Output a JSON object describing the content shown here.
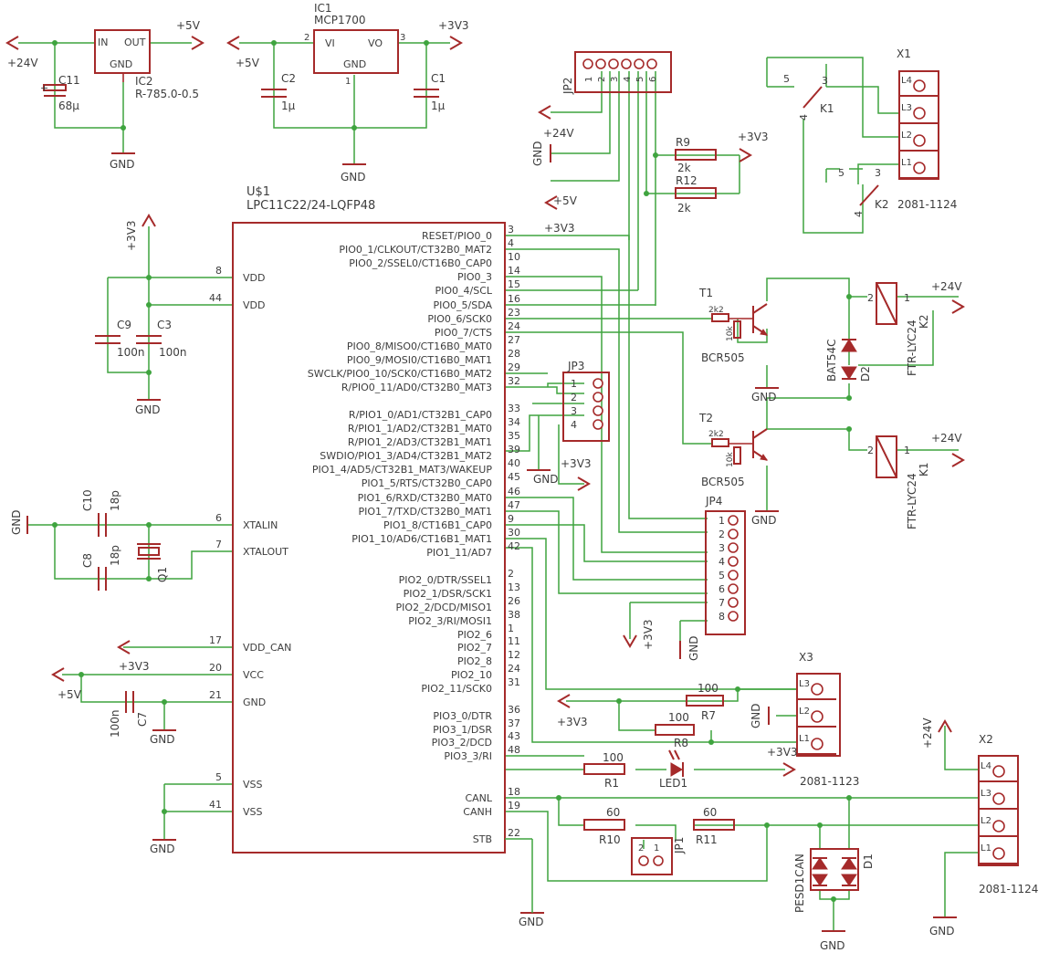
{
  "mcu": {
    "name": "U$1",
    "value": "LPC11C22/24-LQFP48",
    "left_pins": [
      {
        "num": "8",
        "name": "VDD"
      },
      {
        "num": "44",
        "name": "VDD"
      },
      {
        "num": "6",
        "name": "XTALIN"
      },
      {
        "num": "7",
        "name": "XTALOUT"
      },
      {
        "num": "17",
        "name": "VDD_CAN"
      },
      {
        "num": "20",
        "name": "VCC"
      },
      {
        "num": "21",
        "name": "GND"
      },
      {
        "num": "5",
        "name": "VSS"
      },
      {
        "num": "41",
        "name": "VSS"
      }
    ],
    "right_pins": [
      {
        "num": "3",
        "name": "RESET/PIO0_0"
      },
      {
        "num": "4",
        "name": "PIO0_1/CLKOUT/CT32B0_MAT2"
      },
      {
        "num": "10",
        "name": "PIO0_2/SSEL0/CT16B0_CAP0"
      },
      {
        "num": "14",
        "name": "PIO0_3"
      },
      {
        "num": "15",
        "name": "PIO0_4/SCL"
      },
      {
        "num": "16",
        "name": "PIO0_5/SDA"
      },
      {
        "num": "23",
        "name": "PIO0_6/SCK0"
      },
      {
        "num": "24",
        "name": "PIO0_7/CTS"
      },
      {
        "num": "27",
        "name": "PIO0_8/MISO0/CT16B0_MAT0"
      },
      {
        "num": "28",
        "name": "PIO0_9/MOSI0/CT16B0_MAT1"
      },
      {
        "num": "29",
        "name": "SWCLK/PIO0_10/SCK0/CT16B0_MAT2"
      },
      {
        "num": "32",
        "name": "R/PIO0_11/AD0/CT32B0_MAT3"
      },
      {
        "num": "33",
        "name": "R/PIO1_0/AD1/CT32B1_CAP0"
      },
      {
        "num": "34",
        "name": "R/PIO1_1/AD2/CT32B1_MAT0"
      },
      {
        "num": "35",
        "name": "R/PIO1_2/AD3/CT32B1_MAT1"
      },
      {
        "num": "39",
        "name": "SWDIO/PIO1_3/AD4/CT32B1_MAT2"
      },
      {
        "num": "40",
        "name": "PIO1_4/AD5/CT32B1_MAT3/WAKEUP"
      },
      {
        "num": "45",
        "name": "PIO1_5/RTS/CT32B0_CAP0"
      },
      {
        "num": "46",
        "name": "PIO1_6/RXD/CT32B0_MAT0"
      },
      {
        "num": "47",
        "name": "PIO1_7/TXD/CT32B0_MAT1"
      },
      {
        "num": "9",
        "name": "PIO1_8/CT16B1_CAP0"
      },
      {
        "num": "30",
        "name": "PIO1_10/AD6/CT16B1_MAT1"
      },
      {
        "num": "42",
        "name": "PIO1_11/AD7"
      },
      {
        "num": "2",
        "name": "PIO2_0/DTR/SSEL1"
      },
      {
        "num": "13",
        "name": "PIO2_1/DSR/SCK1"
      },
      {
        "num": "26",
        "name": "PIO2_2/DCD/MISO1"
      },
      {
        "num": "38",
        "name": "PIO2_3/RI/MOSI1"
      },
      {
        "num": "1",
        "name": "PIO2_6"
      },
      {
        "num": "11",
        "name": "PIO2_7"
      },
      {
        "num": "12",
        "name": "PIO2_8"
      },
      {
        "num": "24",
        "name": "PIO2_10"
      },
      {
        "num": "31",
        "name": "PIO2_11/SCK0"
      },
      {
        "num": "36",
        "name": "PIO3_0/DTR"
      },
      {
        "num": "37",
        "name": "PIO3_1/DSR"
      },
      {
        "num": "43",
        "name": "PIO3_2/DCD"
      },
      {
        "num": "48",
        "name": "PIO3_3/RI"
      },
      {
        "num": "18",
        "name": "CANL"
      },
      {
        "num": "19",
        "name": "CANH"
      },
      {
        "num": "22",
        "name": "STB"
      }
    ]
  },
  "regulators": {
    "ic2": {
      "name": "IC2",
      "value": "R-785.0-0.5",
      "in": "IN",
      "out": "OUT",
      "gnd": "GND"
    },
    "ic1": {
      "name": "IC1",
      "value": "MCP1700",
      "vi": "VI",
      "vo": "VO",
      "gnd": "GND",
      "pin_vi": "2",
      "pin_vo": "3",
      "pin_gnd": "1"
    }
  },
  "parts": {
    "c11": {
      "name": "C11",
      "value": "68µ"
    },
    "c2": {
      "name": "C2",
      "value": "1µ"
    },
    "c1": {
      "name": "C1",
      "value": "1µ"
    },
    "c9": {
      "name": "C9",
      "value": "100n"
    },
    "c3": {
      "name": "C3",
      "value": "100n"
    },
    "c10": {
      "name": "C10",
      "value": "18p"
    },
    "c8": {
      "name": "C8",
      "value": "18p"
    },
    "c7": {
      "name": "C7",
      "value": "100n"
    },
    "q1": {
      "name": "Q1"
    },
    "r9": {
      "name": "R9",
      "value": "2k"
    },
    "r12": {
      "name": "R12",
      "value": "2k"
    },
    "r7": {
      "name": "R7",
      "value": "100"
    },
    "r8": {
      "name": "R8",
      "value": "100"
    },
    "r1": {
      "name": "R1",
      "value": "100"
    },
    "r10": {
      "name": "R10",
      "value": "60"
    },
    "r11": {
      "name": "R11",
      "value": "60"
    },
    "t1": {
      "name": "T1",
      "value": "BCR505",
      "rb": "2k2",
      "rbe": "10k"
    },
    "t2": {
      "name": "T2",
      "value": "BCR505",
      "rb": "2k2",
      "rbe": "10k"
    },
    "k1": {
      "name": "K1",
      "value": "FTR-LYC24",
      "coil1": "1",
      "coil2": "2"
    },
    "k2": {
      "name": "K2",
      "value": "FTR-LYC24",
      "coil1": "1",
      "coil2": "2"
    },
    "d2": {
      "name": "D2",
      "value": "BAT54C"
    },
    "d1": {
      "name": "D1",
      "value": "PESD1CAN"
    },
    "led1": {
      "name": "LED1"
    },
    "jp1": {
      "name": "JP1",
      "pins": [
        "2",
        "1"
      ]
    },
    "jp2": {
      "name": "JP2",
      "pins": [
        "1",
        "2",
        "3",
        "4",
        "5",
        "6"
      ]
    },
    "jp3": {
      "name": "JP3",
      "pins": [
        "1",
        "2",
        "3",
        "4"
      ]
    },
    "jp4": {
      "name": "JP4",
      "pins": [
        "1",
        "2",
        "3",
        "4",
        "5",
        "6",
        "7",
        "8"
      ]
    }
  },
  "connectors": {
    "x1": {
      "name": "X1",
      "value": "2081-1124",
      "pins": [
        "L4",
        "L3",
        "L2",
        "L1"
      ]
    },
    "x2": {
      "name": "X2",
      "value": "2081-1124",
      "pins": [
        "L4",
        "L3",
        "L2",
        "L1"
      ]
    },
    "x3": {
      "name": "X3",
      "value": "2081-1123",
      "pins": [
        "L3",
        "L2",
        "L1"
      ]
    },
    "k1_contact": {
      "name": "K1",
      "pins": [
        "5",
        "3",
        "4"
      ]
    },
    "k2_contact": {
      "name": "K2",
      "pins": [
        "5",
        "3",
        "4"
      ]
    }
  },
  "power": {
    "p24v": "+24V",
    "p5v": "+5V",
    "p3v3": "+3V3",
    "gnd": "GND"
  },
  "colors": {
    "symbol": "#a52a2a",
    "wire": "#3fa43f",
    "text": "#3d3d3d"
  }
}
